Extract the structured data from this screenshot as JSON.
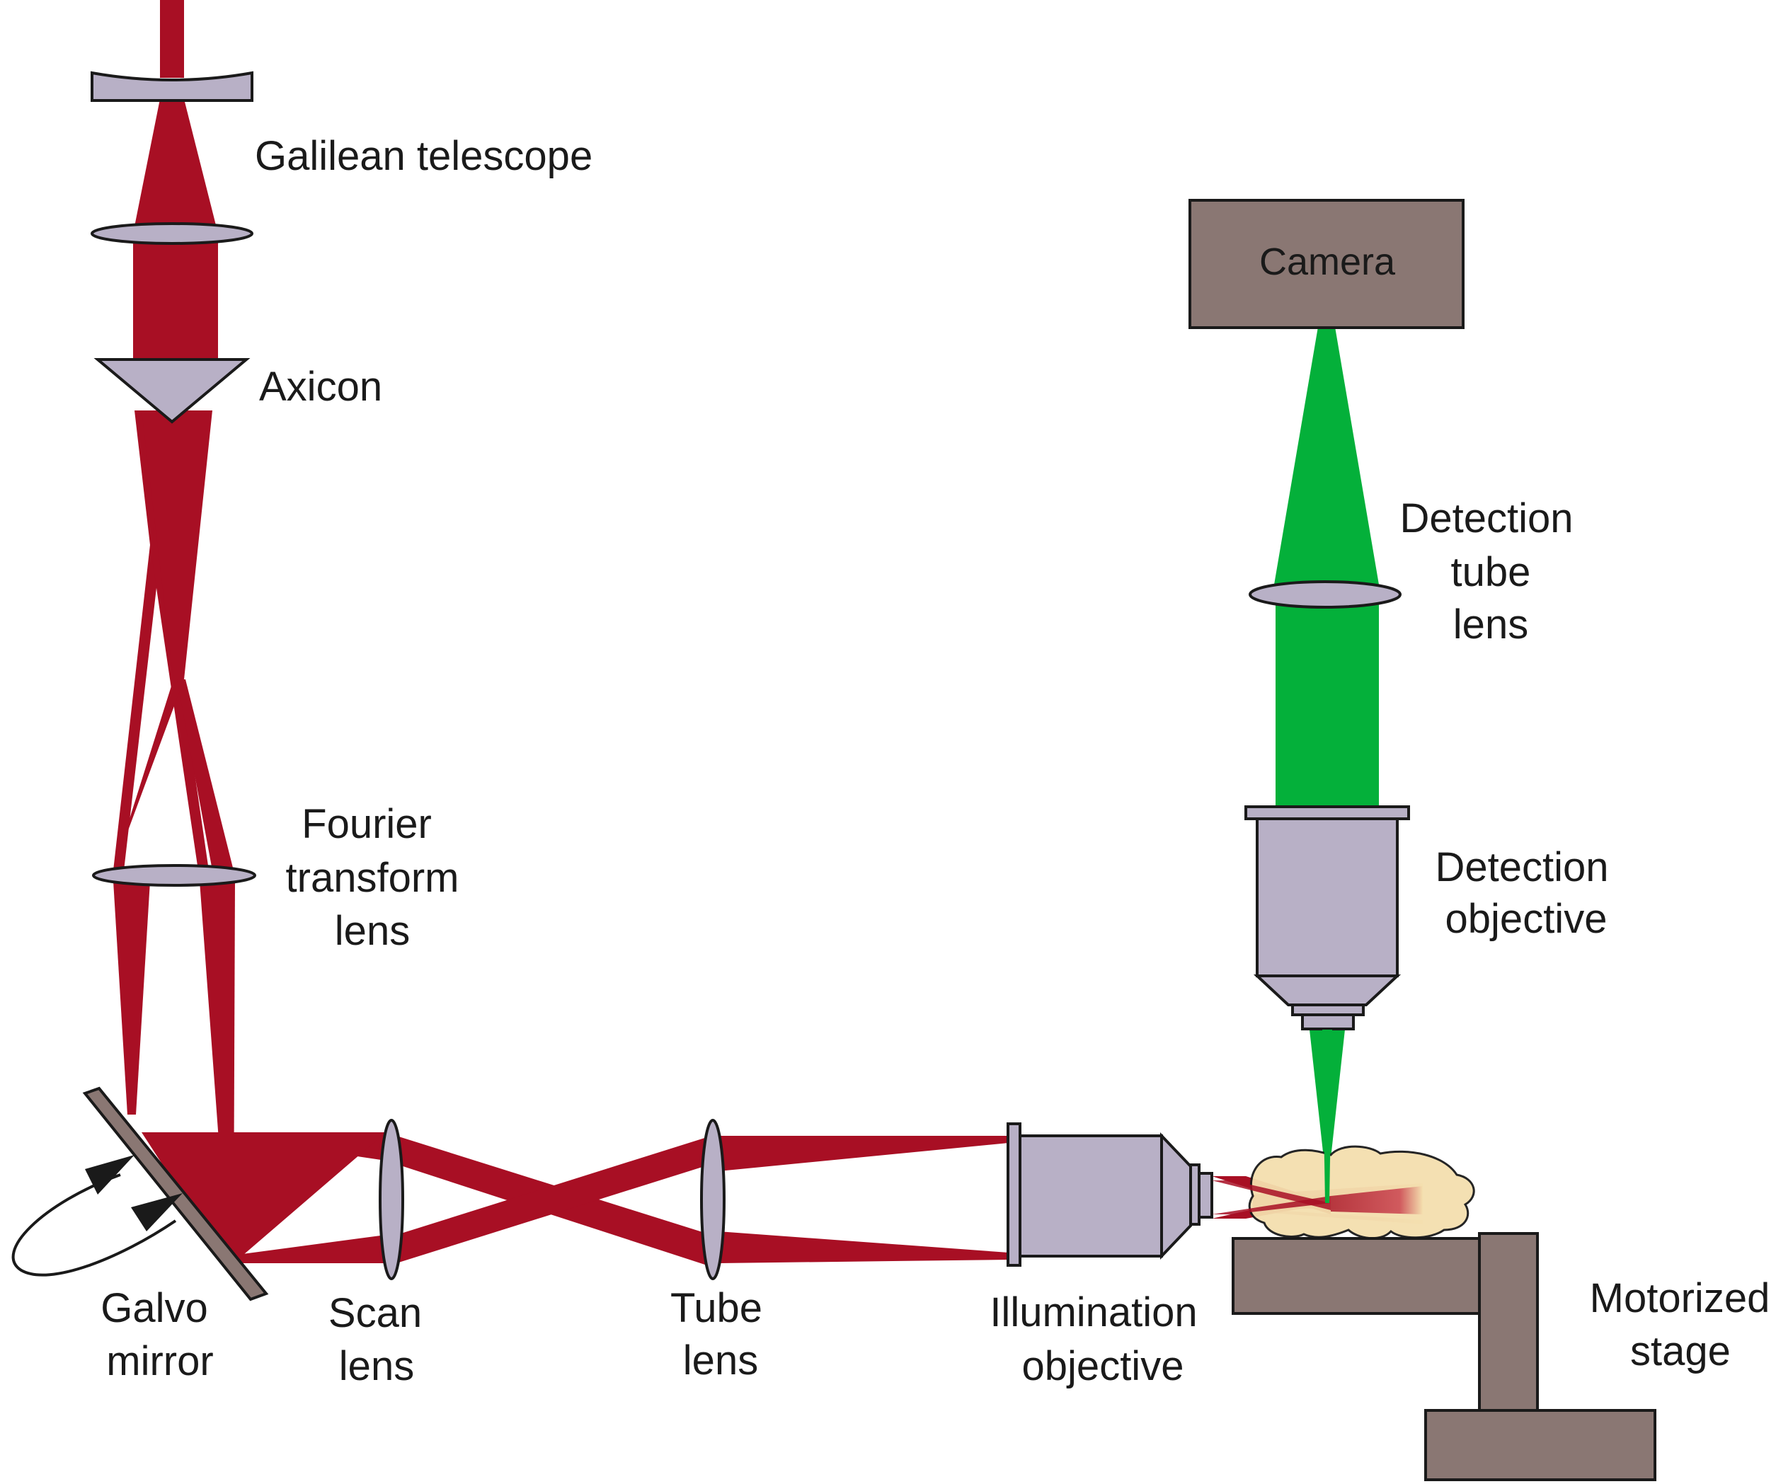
{
  "labels": {
    "galilean_telescope": "Galilean telescope",
    "axicon": "Axicon",
    "fourier_1": "Fourier",
    "fourier_2": "transform",
    "fourier_3": "lens",
    "galvo_1": "Galvo",
    "galvo_2": "mirror",
    "scan_1": "Scan",
    "scan_2": "lens",
    "tube_1": "Tube",
    "tube_2": "lens",
    "illum_1": "Illumination",
    "illum_2": "objective",
    "camera": "Camera",
    "dtube_1": "Detection",
    "dtube_2": "tube",
    "dtube_3": "lens",
    "dobj_1": "Detection",
    "dobj_2": "objective",
    "stage_1": "Motorized",
    "stage_2": "stage"
  },
  "colors": {
    "excitation_beam": "#a80f24",
    "emission_beam": "#04b03a",
    "optics": "#b8b0c6",
    "camera_and_stage": "#8a7773",
    "sample": "#f4dfae"
  }
}
